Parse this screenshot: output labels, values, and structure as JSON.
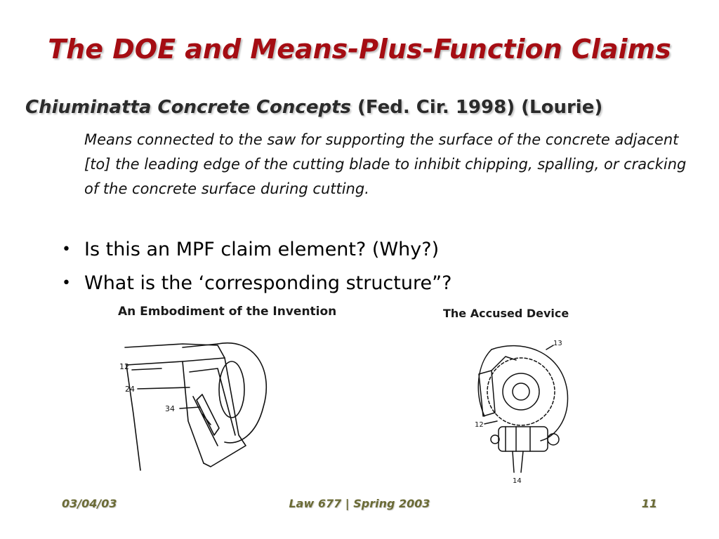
{
  "slide": {
    "title": "The DOE and Means-Plus-Function Claims",
    "case_name": "Chiuminatta Concrete Concepts",
    "case_cite": " (Fed. Cir. 1998) (Lourie)",
    "claim_text": "Means connected to the saw for supporting the surface of the concrete adjacent [to] the leading edge of the cutting blade to inhibit chipping, spalling, or cracking of the concrete surface during cutting.",
    "bullets": [
      "Is this an MPF claim element?  (Why?)",
      "What is the ‘corresponding structure”?"
    ],
    "bullet_glyph": "•"
  },
  "figures": {
    "left_caption": "An Embodiment of the Invention",
    "right_caption": "The Accused Device",
    "left_labels": [
      "12",
      "24",
      "34"
    ],
    "right_labels": [
      "13",
      "12",
      "14"
    ]
  },
  "footer": {
    "date": "03/04/03",
    "course": "Law 677 | Spring 2003",
    "page": "11"
  }
}
